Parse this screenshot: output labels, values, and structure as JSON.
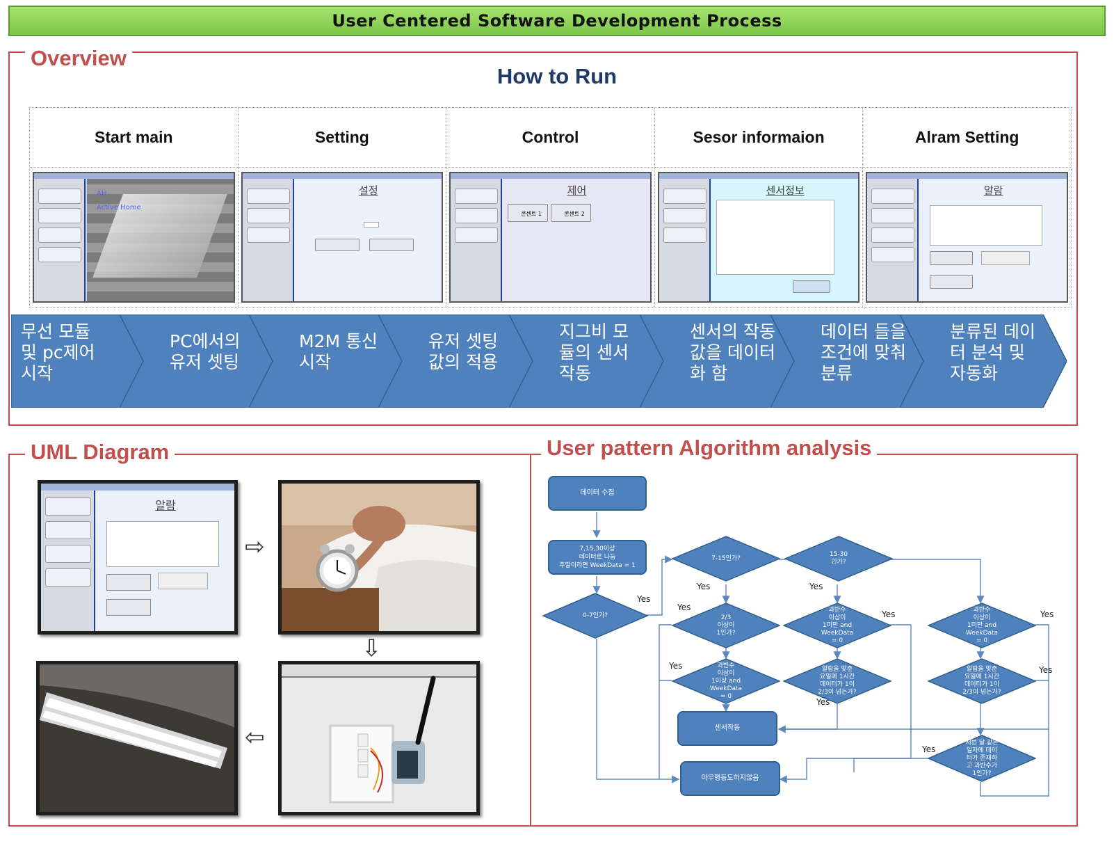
{
  "banner": {
    "title": "User Centered Software Development Process"
  },
  "overview": {
    "title": "Overview",
    "subtitle": "How to Run",
    "columns": [
      {
        "label": "Start main"
      },
      {
        "label": "Setting",
        "screen_title": "설정"
      },
      {
        "label": "Control",
        "screen_title": "제어"
      },
      {
        "label": "Sesor informaion",
        "screen_title": "센서정보"
      },
      {
        "label": "Alram Setting",
        "screen_title": "알람"
      }
    ],
    "start_main_labels": {
      "ah": "AH",
      "active_home": "Active Home"
    },
    "control_buttons": [
      "콘센트 1",
      "콘센트 2"
    ],
    "steps": [
      "무선 모듈\n및 pc제어\n시작",
      "PC에서의\n유저 셋팅",
      "M2M 통신\n시작",
      "유저 셋팅\n값의 적용",
      "지그비 모\n듈의 센서\n작동",
      "센서의 작동\n값을 데이터\n화 함",
      "데이터 들을\n조건에 맞춰\n분류",
      "분류된 데이\n터 분석 및\n자동화"
    ],
    "colors": {
      "step_fill": "#4f81bd",
      "frame": "#c0504d",
      "banner": "#92d050"
    }
  },
  "uml": {
    "title": "UML Diagram",
    "alarm_title": "알람",
    "arrows": [
      "⇨",
      "⇩",
      "⇦"
    ]
  },
  "algorithm": {
    "title": "User pattern Algorithm analysis",
    "boxes": {
      "collect": "데이터 수집",
      "split": "7,15,30이상\n데이터로 나눔\n주말이라면 WeekData = 1",
      "sensor": "센서작동",
      "none": "아무행동도하지않음"
    },
    "diamonds": {
      "d0_7": "0-7인가?",
      "d7_15": "7-15인가?",
      "d15_30": "15-30\n인가?",
      "d23": "2/3\n이상이\n1인가?",
      "dmaj1": "과반수\n이상이\n1이상 and\nWeekData\n= 0",
      "dmaj2": "과반수\n이상이\n1미만 and\nWeekData\n= 0",
      "dalarm1": "알람을 맞춘\n요일에 1시간\n데이터가 1이\n2/3이 넘는가?",
      "dmaj3": "과반수\n이상이\n1미만 and\nWeekData\n= 0",
      "dalarm2": "알람을 맞춘\n요일에 1시간\n데이터가 1이\n2/3이 넘는가?",
      "dlast": "저번 달 같은\n일자에 데이\n터가 존재하\n고 과반수가\n1인가?"
    },
    "yes_label": "Yes"
  }
}
